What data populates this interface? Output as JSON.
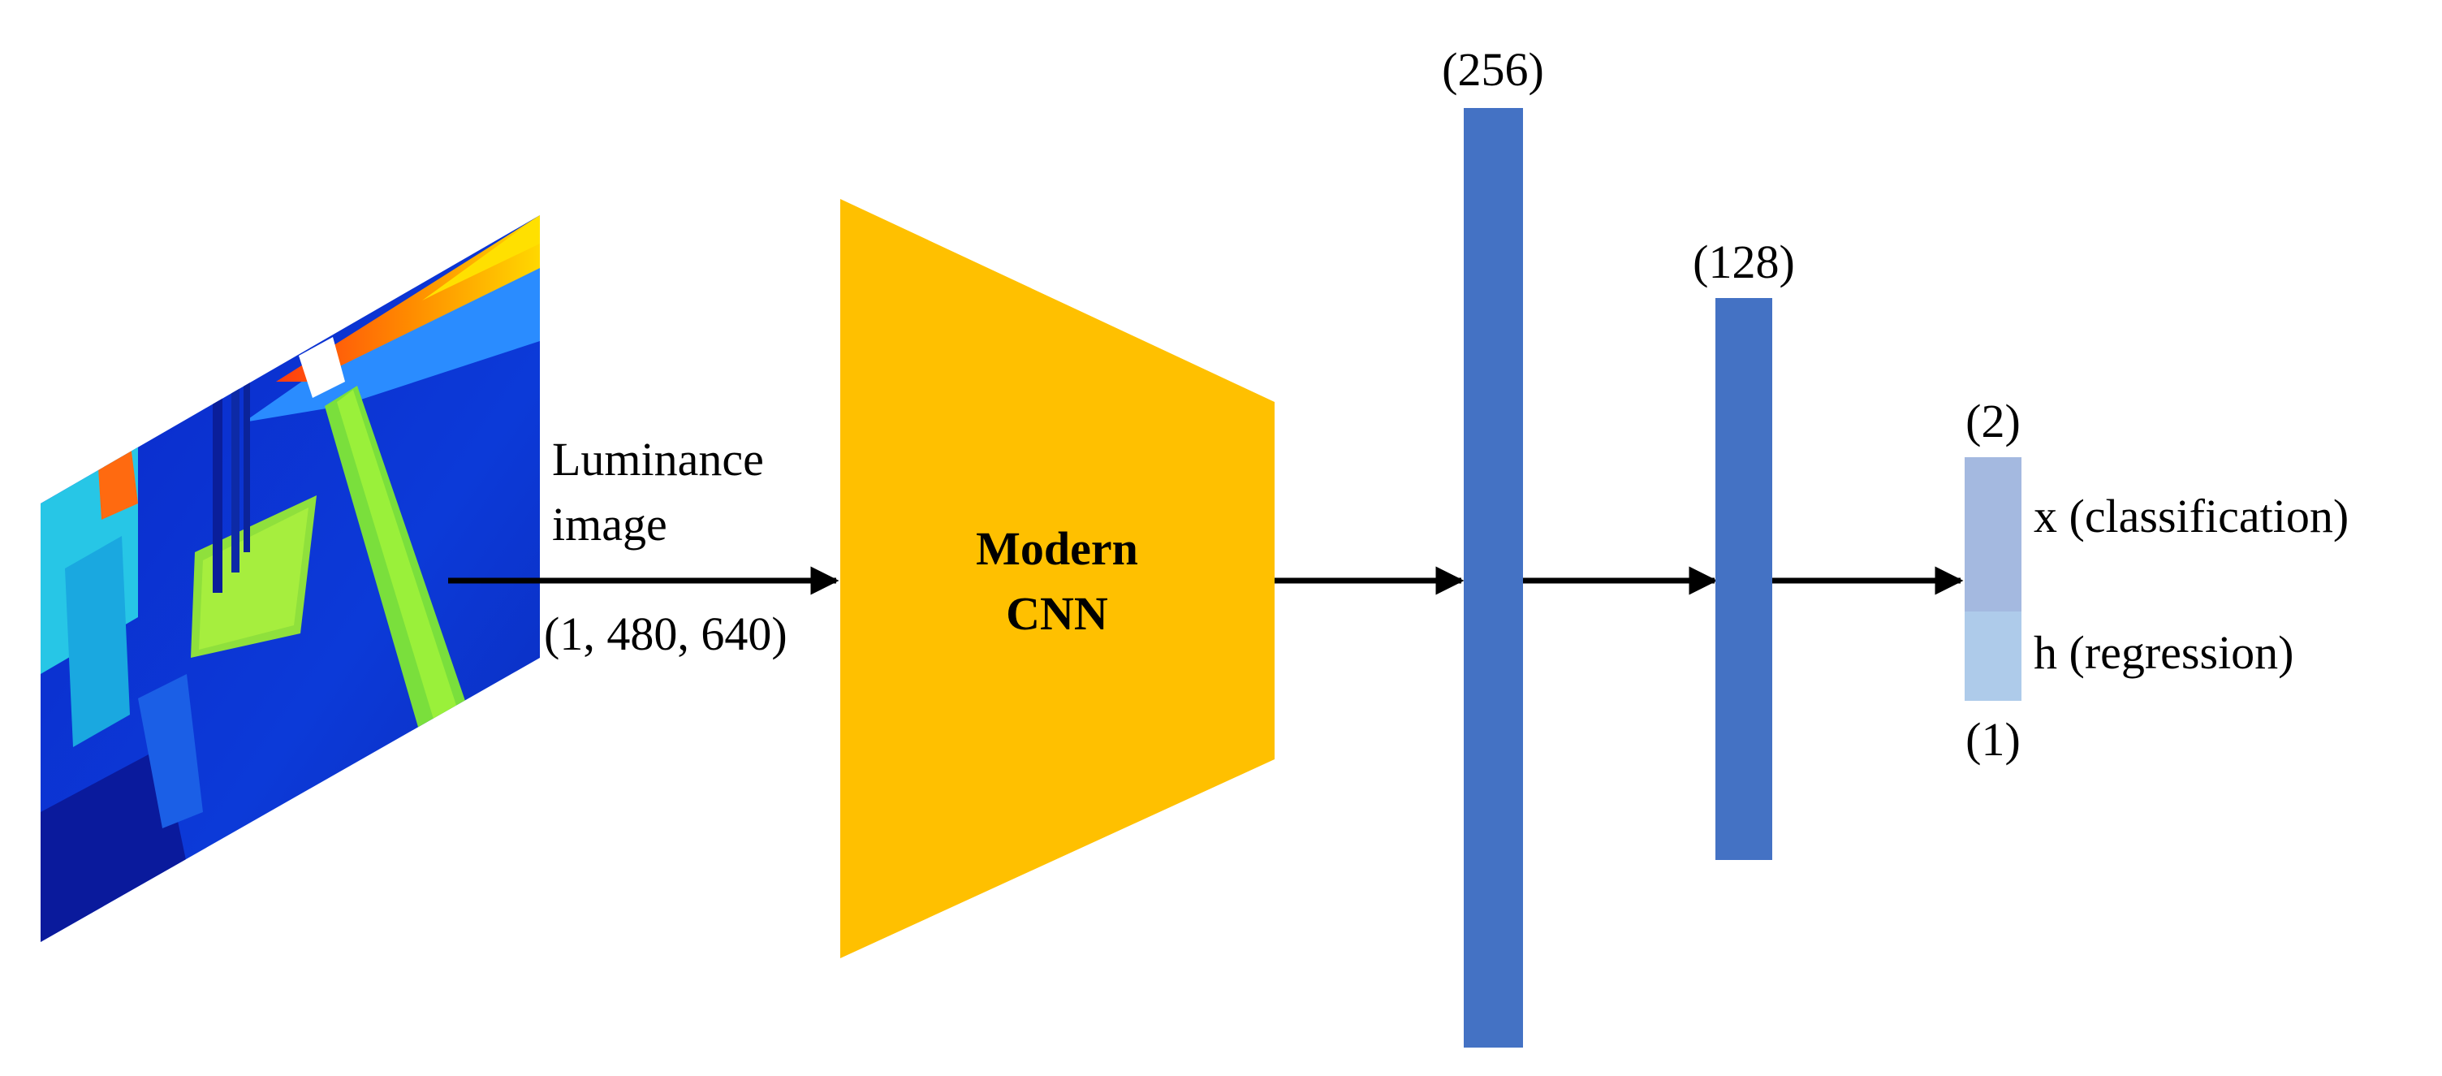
{
  "input": {
    "label_line1": "Luminance",
    "label_line2": "image",
    "shape": "(1, 480, 640)"
  },
  "backbone": {
    "label_line1": "Modern",
    "label_line2": "CNN",
    "fill_color": "#FFC000"
  },
  "fc1": {
    "size_label": "(256)",
    "color": "#4472C4"
  },
  "fc2": {
    "size_label": "(128)",
    "color": "#4472C4"
  },
  "output": {
    "top_size_label": "(2)",
    "bottom_size_label": "(1)",
    "classification_label": "x (classification)",
    "regression_label": "h (regression)",
    "classification_color": "#A4B9E0",
    "regression_color": "#AECBEA"
  },
  "arrow_color": "#000000"
}
